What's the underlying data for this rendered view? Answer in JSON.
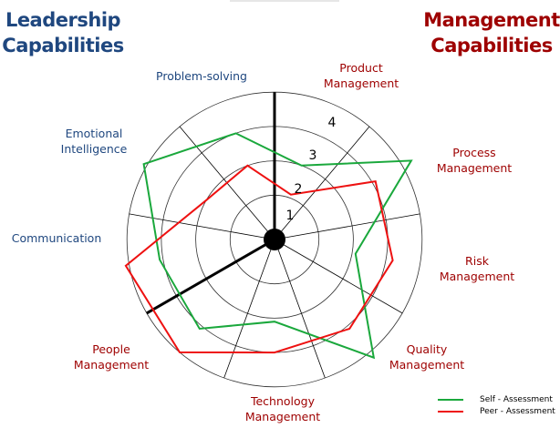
{
  "titles": {
    "leadership": [
      "Leadership",
      "Capabilities"
    ],
    "management": [
      "Management",
      "Capabilities"
    ]
  },
  "chart_data": {
    "type": "radar",
    "axes": [
      {
        "lines": [
          "Problem-solving"
        ],
        "group": "leadership"
      },
      {
        "lines": [
          "Product",
          "Management"
        ],
        "group": "management"
      },
      {
        "lines": [
          "Process",
          "Management"
        ],
        "group": "management"
      },
      {
        "lines": [
          "Risk",
          "Management"
        ],
        "group": "management"
      },
      {
        "lines": [
          "Quality",
          "Management"
        ],
        "group": "management"
      },
      {
        "lines": [
          "Technology",
          "Management"
        ],
        "group": "management"
      },
      {
        "lines": [
          "People",
          "Management"
        ],
        "group": "management"
      },
      {
        "lines": [
          "Communication"
        ],
        "group": "leadership"
      },
      {
        "lines": [
          "Emotional",
          "Intelligence"
        ],
        "group": "leadership"
      }
    ],
    "ticks": [
      "1",
      "2",
      "3",
      "4"
    ],
    "range": [
      0,
      4
    ],
    "series": [
      {
        "name": "Self-Assessment",
        "color": "#1aa83c",
        "values": [
          3.0,
          2.0,
          4.3,
          2.1,
          4.2,
          2.1,
          3.1,
          3.1,
          4.1
        ]
      },
      {
        "name": "Peer-Assessment",
        "color": "#ee1111",
        "values": [
          2.0,
          1.1,
          3.1,
          3.2,
          3.1,
          3.0,
          4.0,
          4.1,
          2.0
        ]
      }
    ],
    "legend": "bottom-right",
    "colors": {
      "leadership": "#1f477f",
      "management": "#9e0000"
    }
  },
  "legend": {
    "self": "Self - Assessment",
    "peer": "Peer - Assessment"
  }
}
